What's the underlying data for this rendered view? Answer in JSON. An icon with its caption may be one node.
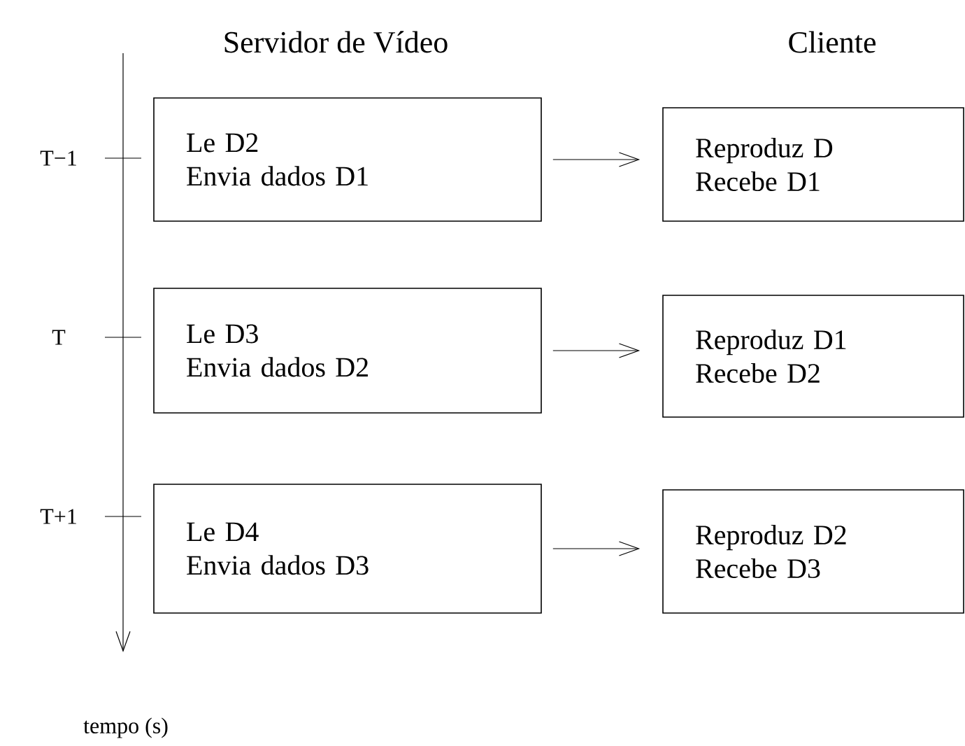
{
  "diagram": {
    "nodes": [
      {
        "text": [
          "Le D2",
          "Envia dados D1"
        ]
      },
      {
        "text": [
          "Reproduz D",
          "Recebe D1"
        ]
      },
      {
        "text": [
          "Le D3",
          "Envia dados D2"
        ]
      },
      {
        "text": [
          "Reproduz D1",
          "Recebe D2"
        ]
      },
      {
        "text": [
          "Le D4",
          "Envia dados D3"
        ]
      },
      {
        "text": [
          "Reproduz D2",
          "Recebe D3"
        ]
      }
    ],
    "edges": [
      {
        "from": 0,
        "to": 1,
        "arrow": "to"
      },
      {
        "from": 2,
        "to": 3,
        "arrow": "to"
      },
      {
        "from": 4,
        "to": 5,
        "arrow": "to"
      }
    ],
    "labels": [
      "Servidor de Vídeo",
      "Cliente",
      "T−1",
      "T",
      "T+1",
      "tempo (s)"
    ]
  }
}
